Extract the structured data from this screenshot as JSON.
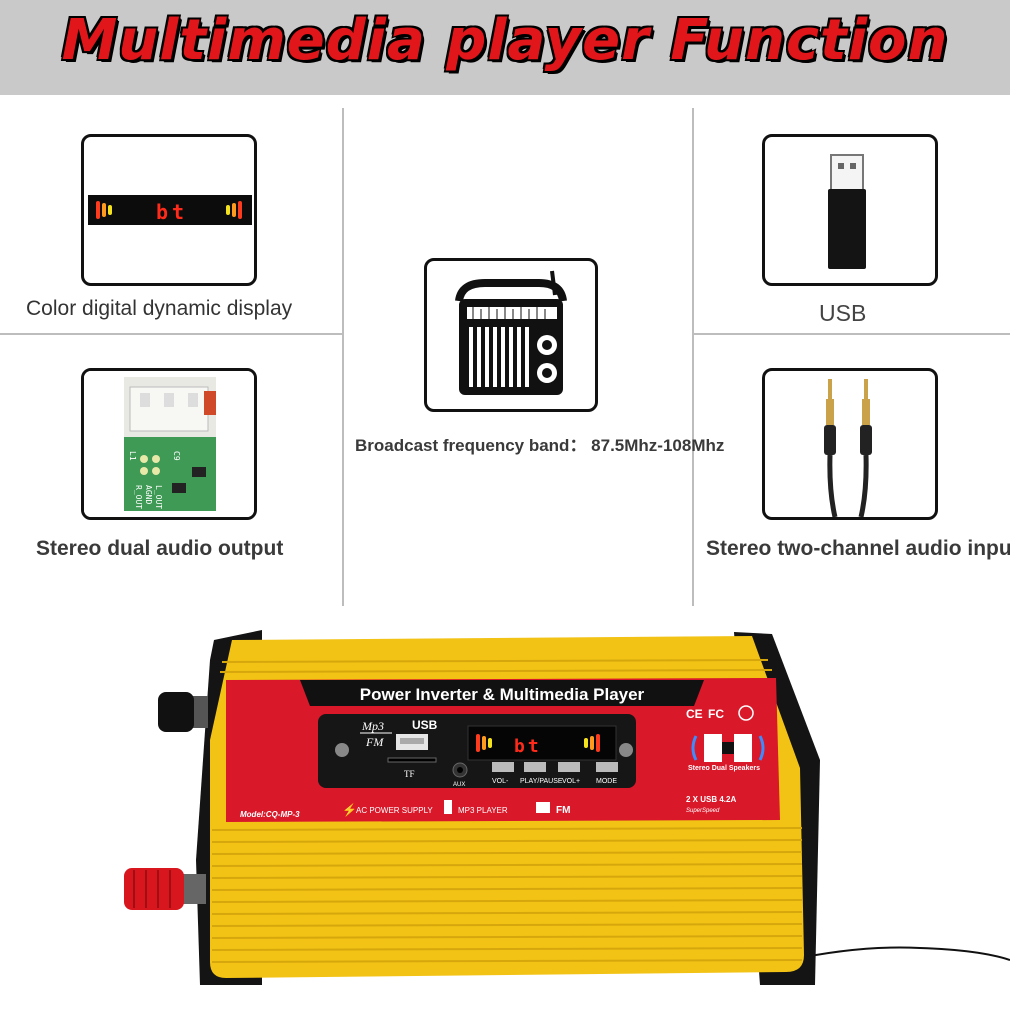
{
  "banner": {
    "title": "Multimedia player Function",
    "title_color": "#e0161b",
    "background": "#c9c9c9"
  },
  "features": {
    "display": {
      "label": "Color digital dynamic display",
      "screen_text": "bt"
    },
    "usb": {
      "label": "USB"
    },
    "radio": {
      "label": "Broadcast frequency band： 87.5Mhz-108Mhz"
    },
    "output": {
      "label": "Stereo dual audio output",
      "pcb_labels": [
        "R_OUT",
        "AGND",
        "L_OUT",
        "L1",
        "C9"
      ]
    },
    "input": {
      "label": "Stereo two-channel audio input"
    }
  },
  "device": {
    "title": "Power Inverter & Multimedia Player",
    "mp3_fm_logo": [
      "Mp3",
      "FM"
    ],
    "usb_port_label": "USB",
    "tf_label": "TF",
    "aux_label": "AUX",
    "screen_text": "bt",
    "buttons": [
      "VOL-",
      "PLAY/PAUSE",
      "VOL+",
      "MODE"
    ],
    "model": "Model:CQ-MP-3",
    "features_row": [
      "AC POWER SUPPLY",
      "MP3 PLAYER",
      "FM"
    ],
    "cert_marks": [
      "CE",
      "FC"
    ],
    "speaker_label": "Stereo Dual Speakers",
    "usb_spec": "2 X USB 4.2A",
    "usb_spec_sub": "SuperSpeed",
    "body_color": "#f2c315",
    "panel_color": "#d9182a"
  }
}
